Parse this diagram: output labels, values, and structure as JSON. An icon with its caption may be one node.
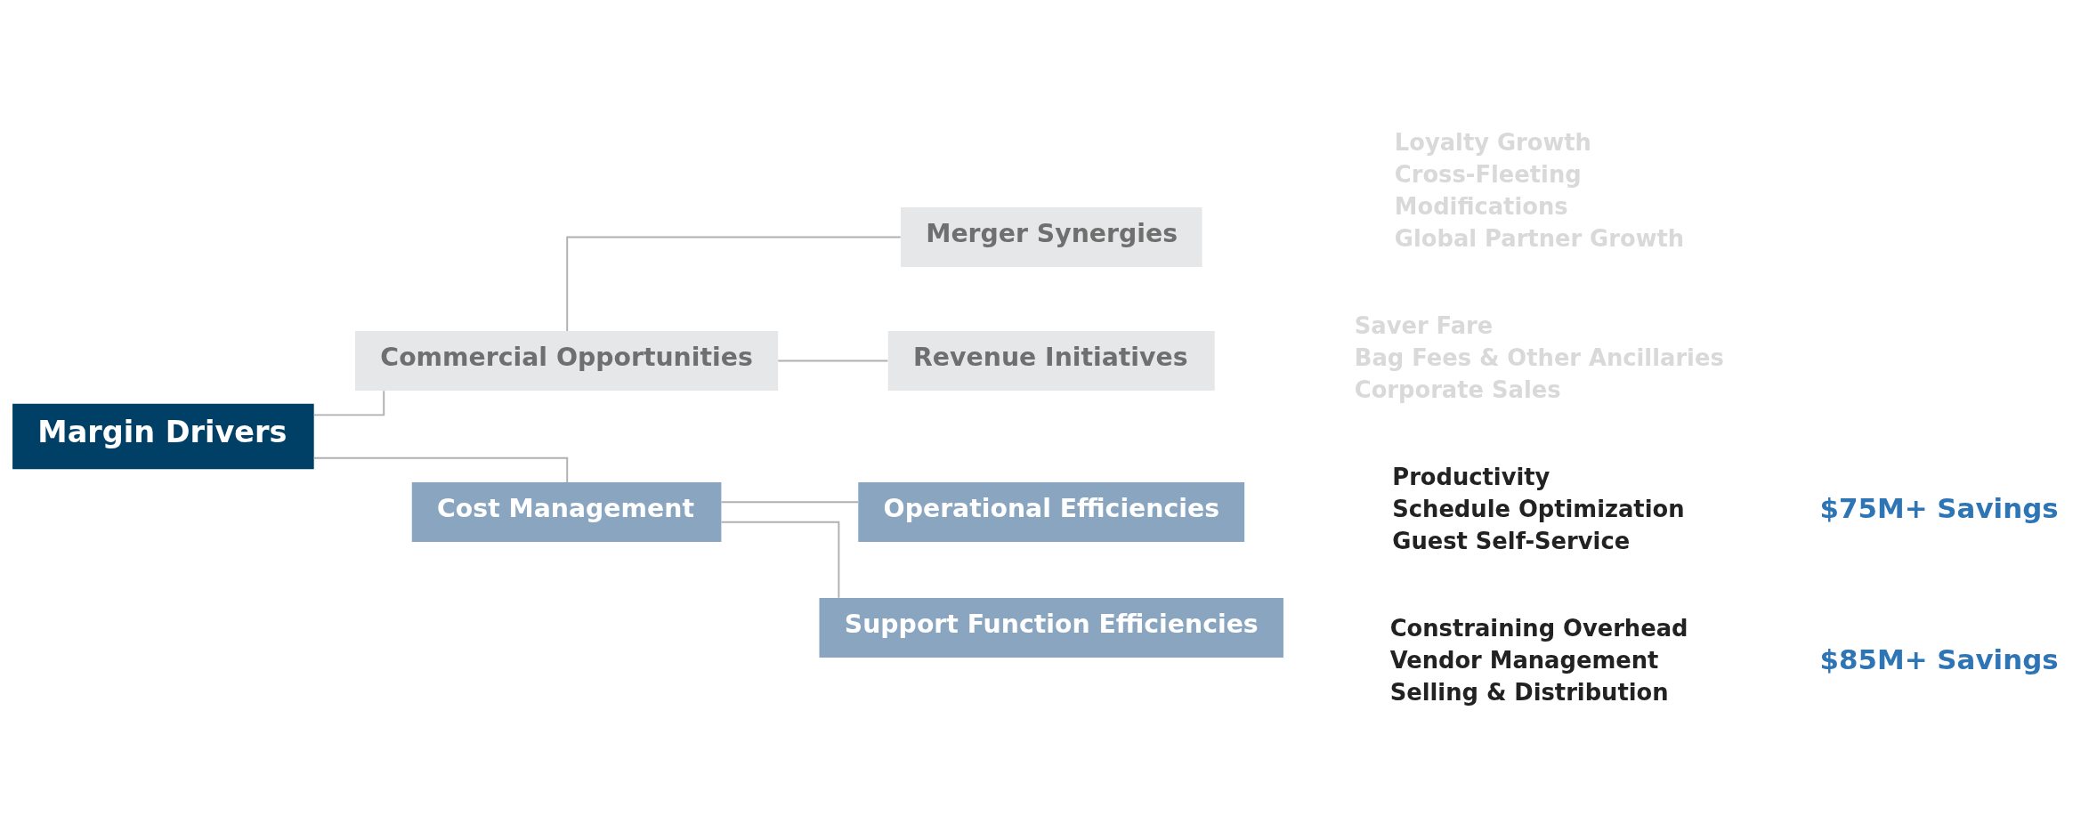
{
  "diagram": {
    "nodes": [
      {
        "text": [
          "Margin Drivers"
        ]
      },
      {
        "text": [
          "Commercial Opportunities"
        ]
      },
      {
        "text": [
          "Merger Synergies"
        ],
        "beside": [
          "Loyalty Growth",
          "Cross-Fleeting",
          "Modifications",
          "Global Partner Growth"
        ]
      },
      {
        "text": [
          "Revenue Initiatives"
        ],
        "beside": [
          "Saver Fare",
          "Bag Fees & Other Ancillaries",
          "Corporate Sales"
        ]
      },
      {
        "text": [
          "Cost Management"
        ]
      },
      {
        "text": [
          "Operational Efficiencies"
        ],
        "beside": [
          "Productivity",
          "Schedule Optimization",
          "Guest Self-Service"
        ]
      },
      {
        "text": [
          "Support Function Efficiencies"
        ],
        "beside": [
          "Constraining Overhead",
          "Vendor Management",
          "Selling & Distribution"
        ]
      }
    ],
    "edges": [
      {
        "from": 0,
        "to": 1,
        "arrow": "none"
      },
      {
        "from": 0,
        "to": 4,
        "arrow": "none"
      },
      {
        "from": 1,
        "to": 2,
        "arrow": "none"
      },
      {
        "from": 1,
        "to": 3,
        "arrow": "none"
      },
      {
        "from": 4,
        "to": 5,
        "arrow": "none"
      },
      {
        "from": 4,
        "to": 6,
        "arrow": "none"
      }
    ],
    "labels": [
      "$75M+ Savings",
      "$85M+ Savings"
    ]
  }
}
